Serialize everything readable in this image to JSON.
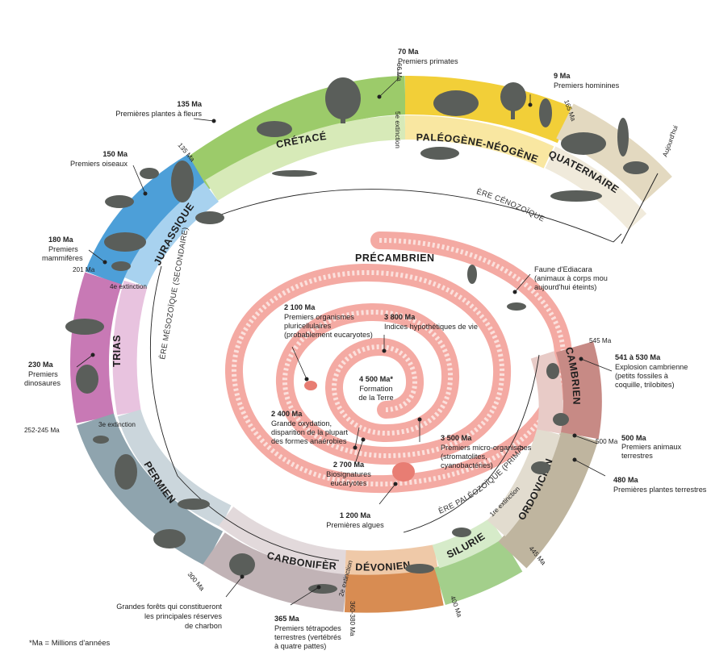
{
  "periods": [
    {
      "id": "cretace",
      "name": "CRÉTACÉ",
      "color": "#9ccb6a",
      "light": "#d7eab8"
    },
    {
      "id": "paleogene",
      "name": "PALÉOGÈNE-NÉOGÈNE",
      "color": "#f2cf38",
      "light": "#f9e7a1"
    },
    {
      "id": "quaternaire",
      "name": "QUATERNAIRE",
      "color": "#e3d9c0",
      "light": "#f0eadb"
    },
    {
      "id": "cambrien",
      "name": "CAMBRIEN",
      "color": "#c78a85",
      "light": "#e8cbc7"
    },
    {
      "id": "ordovicien",
      "name": "ORDOVICIEN",
      "color": "#bfb59f",
      "light": "#e2dccf"
    },
    {
      "id": "silurien",
      "name": "SILURIEN",
      "color": "#a3cf8b",
      "light": "#d6ebc9"
    },
    {
      "id": "devonien",
      "name": "DÉVONIEN",
      "color": "#d88c52",
      "light": "#efc9a8"
    },
    {
      "id": "carbonifere",
      "name": "CARBONIFÈRE",
      "color": "#c1b3b6",
      "light": "#e2d9db"
    },
    {
      "id": "permien",
      "name": "PERMIEN",
      "color": "#8fa4ae",
      "light": "#cbd6dc"
    },
    {
      "id": "trias",
      "name": "TRIAS",
      "color": "#c879b5",
      "light": "#e8c3df"
    },
    {
      "id": "jurassique",
      "name": "JURASSIQUE",
      "color": "#4d9fd8",
      "light": "#a8d2ef"
    }
  ],
  "precambrien": {
    "name": "PRÉCAMBRIEN",
    "color": "#ef9a93",
    "light": "#f8cfca"
  },
  "grand_eras": {
    "cenozoique": "ÈRE CÉNOZOÏQUE",
    "mesozoique": "ÈRE MÉSOZOÏQUE (SECONDAIRE)",
    "paleozoique": "ÈRE PALÉOZOÏQUE (PRIMAIRE)"
  },
  "boundaries": {
    "ma_66": "66 Ma",
    "ma_135": "135 Ma",
    "ma_165": "165 Ma",
    "aujourdhui": "Aujourd'hui",
    "ma_201": "201 Ma",
    "ma_252": "252-245 Ma",
    "ma_300": "300 Ma",
    "ma_360": "360-380 Ma",
    "ma_400": "400 Ma",
    "ma_445": "445 Ma",
    "ma_500": "500 Ma",
    "ma_545": "545 Ma"
  },
  "extinctions": {
    "e1": "1re extinction",
    "e2": "2e extinction",
    "e3": "3e extinction",
    "e4": "4e extinction",
    "e5": "5e extinction"
  },
  "events": {
    "primates": {
      "ma": "70 Ma",
      "text": "Premiers primates"
    },
    "hominines": {
      "ma": "9 Ma",
      "text": "Premiers hominines"
    },
    "fleurs": {
      "ma": "135 Ma",
      "text": "Premières plantes à fleurs"
    },
    "oiseaux": {
      "ma": "150 Ma",
      "text": "Premiers oiseaux"
    },
    "mammiferes": {
      "ma": "180 Ma",
      "line1": "Premiers",
      "line2": "mammifères"
    },
    "dinosaures": {
      "ma": "230 Ma",
      "line1": "Premiers",
      "line2": "dinosaures"
    },
    "ediacara": {
      "line1": "Faune d'Ediacara",
      "line2": "(animaux à corps mou",
      "line3": "aujourd'hui éteints)"
    },
    "cambrienne": {
      "ma": "541 à 530 Ma",
      "line1": "Explosion cambrienne",
      "line2": "(petits fossiles à",
      "line3": "coquille, trilobites)"
    },
    "animaux_terrestres": {
      "ma": "500 Ma",
      "line1": "Premiers animaux",
      "line2": "terrestres"
    },
    "plantes_terrestres": {
      "ma": "480 Ma",
      "text": "Premières plantes terrestres"
    },
    "forets": {
      "line1": "Grandes forêts qui constitueront",
      "line2": "les principales réserves",
      "line3": "de charbon"
    },
    "tetrapodes": {
      "ma": "365 Ma",
      "line1": "Premiers tétrapodes",
      "line2": "terrestres (vertébrés",
      "line3": "à quatre pattes)"
    },
    "pluricellulaires": {
      "ma": "2 100 Ma",
      "line1": "Premiers organismes",
      "line2": "pluricellulaires",
      "line3": "(probablement eucaryotes)"
    },
    "vie": {
      "ma": "3 800 Ma",
      "text": "Indices hypothétiques de vie"
    },
    "terre": {
      "ma": "4 500 Ma*",
      "line1": "Formation",
      "line2": "de la Terre"
    },
    "oxydation": {
      "ma": "2 400 Ma",
      "line1": "Grande oxydation,",
      "line2": "disparition de la plupart",
      "line3": "des formes anaérobies"
    },
    "micro": {
      "ma": "3 500 Ma",
      "line1": "Premiers micro-organismes",
      "line2": "(stromatolites,",
      "line3": "cyanobactéries)"
    },
    "biosignatures": {
      "ma": "2 700 Ma",
      "line1": "Biosignatures",
      "line2": "eucaryotes"
    },
    "algues": {
      "ma": "1 200 Ma",
      "text": "Premières algues"
    }
  },
  "footnote": "*Ma = Millions d'années",
  "colors": {
    "silhouette": "#5a5e5a",
    "line": "#222222"
  }
}
